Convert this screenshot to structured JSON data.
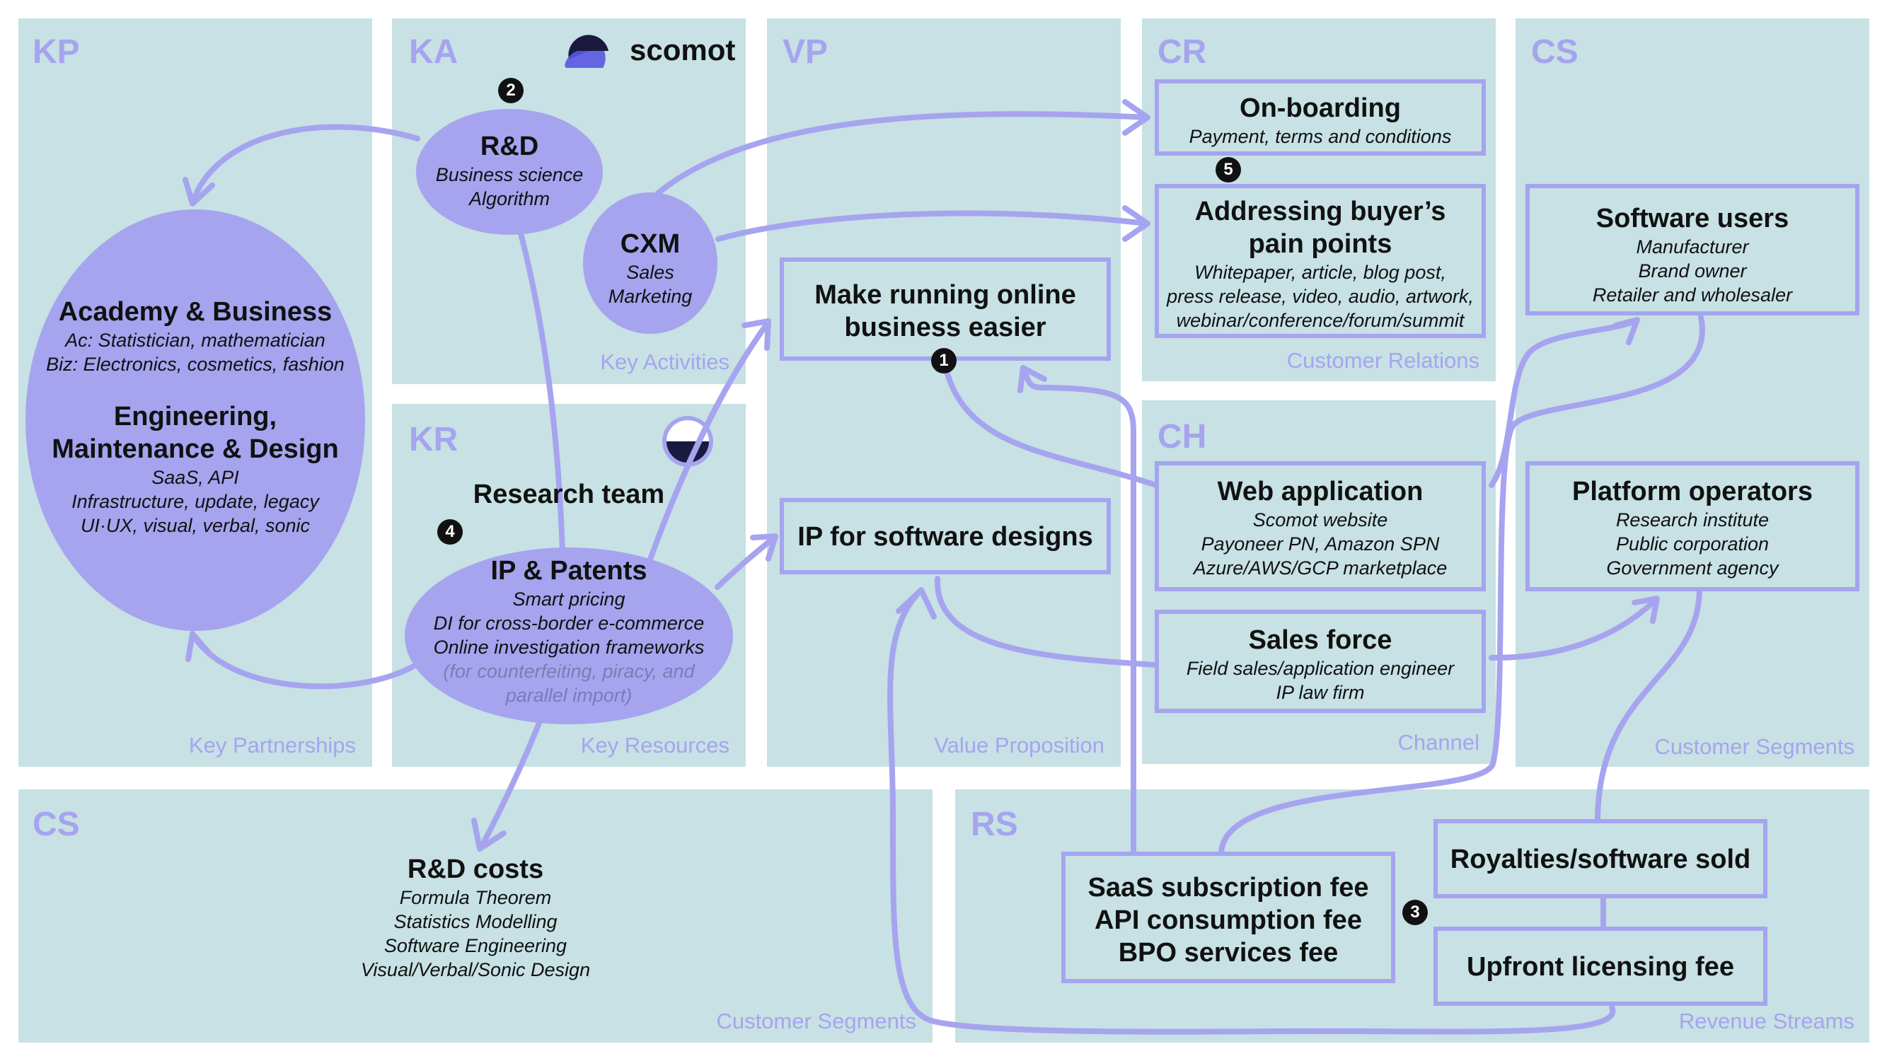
{
  "brand": {
    "name": "scomot",
    "accent": "#a6a4ef",
    "panel": "#c7e1e4"
  },
  "panels": {
    "kp": {
      "code": "KP",
      "label": "Key Partnerships"
    },
    "ka": {
      "code": "KA",
      "label": "Key Activities"
    },
    "kr": {
      "code": "KR",
      "label": "Key Resources"
    },
    "vp": {
      "code": "VP",
      "label": "Value Proposition"
    },
    "cr": {
      "code": "CR",
      "label": "Customer Relations"
    },
    "ch": {
      "code": "CH",
      "label": "Channel"
    },
    "cs": {
      "code": "CS",
      "label": "Customer Segments"
    },
    "cs_cost": {
      "code": "CS",
      "label": "Customer Segments"
    },
    "rs": {
      "code": "RS",
      "label": "Revenue Streams"
    }
  },
  "nodes": {
    "academy": {
      "title1": "Academy & Business",
      "l1": "Ac: Statistician, mathematician",
      "l2": "Biz: Electronics, cosmetics, fashion",
      "title2a": "Engineering,",
      "title2b": "Maintenance & Design",
      "l3": "SaaS, API",
      "l4": "Infrastructure, update, legacy",
      "l5": "UI·UX, visual, verbal, sonic"
    },
    "rd": {
      "title": "R&D",
      "l1": "Business science",
      "l2": "Algorithm"
    },
    "cxm": {
      "title": "CXM",
      "l1": "Sales",
      "l2": "Marketing"
    },
    "research_team": {
      "title": "Research team"
    },
    "ip": {
      "title": "IP & Patents",
      "l1": "Smart pricing",
      "l2": "DI for cross-border e-commerce",
      "l3": "Online investigation frameworks",
      "l4": "(for counterfeiting, piracy, and",
      "l5": "parallel import)"
    },
    "make_running": {
      "l1": "Make running online",
      "l2": "business easier"
    },
    "ip_software": {
      "title": "IP for software designs"
    },
    "onboarding": {
      "title": "On-boarding",
      "l1": "Payment, terms and conditions"
    },
    "pain_points": {
      "t1": "Addressing buyer’s",
      "t2": "pain points",
      "l1": "Whitepaper, article, blog post,",
      "l2": "press release, video, audio, artwork,",
      "l3": "webinar/conference/forum/summit"
    },
    "software_users": {
      "title": "Software users",
      "l1": "Manufacturer",
      "l2": "Brand owner",
      "l3": "Retailer and wholesaler"
    },
    "web_app": {
      "title": "Web application",
      "l1": "Scomot website",
      "l2": "Payoneer PN, Amazon SPN",
      "l3": "Azure/AWS/GCP marketplace"
    },
    "platform_ops": {
      "title": "Platform operators",
      "l1": "Research institute",
      "l2": "Public corporation",
      "l3": "Government agency"
    },
    "sales_force": {
      "title": "Sales force",
      "l1": "Field sales/application engineer",
      "l2": "IP law firm"
    },
    "rd_costs": {
      "title": "R&D costs",
      "l1": "Formula Theorem",
      "l2": "Statistics Modelling",
      "l3": "Software Engineering",
      "l4": "Visual/Verbal/Sonic Design"
    },
    "saas_fee": {
      "l1": "SaaS subscription fee",
      "l2": "API consumption fee",
      "l3": "BPO services fee"
    },
    "royalties": {
      "title": "Royalties/software sold"
    },
    "upfront": {
      "title": "Upfront licensing fee"
    }
  },
  "badges": {
    "b1": "1",
    "b2": "2",
    "b3": "3",
    "b4": "4",
    "b5": "5"
  }
}
